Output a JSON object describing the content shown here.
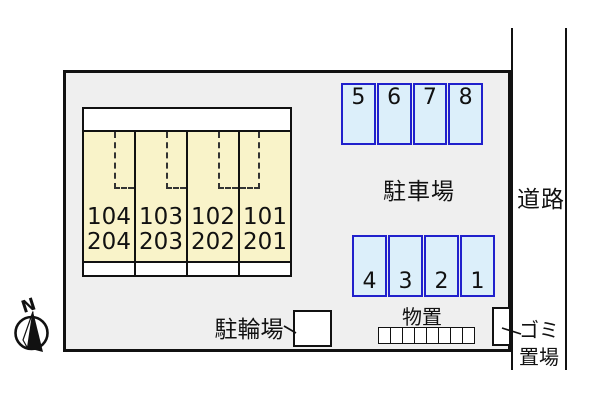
{
  "site": {
    "building": {
      "units": [
        {
          "floor1": "104",
          "floor2": "204"
        },
        {
          "floor1": "103",
          "floor2": "203"
        },
        {
          "floor1": "102",
          "floor2": "202"
        },
        {
          "floor1": "101",
          "floor2": "201"
        }
      ]
    },
    "parking": {
      "label": "駐車場",
      "row_top": [
        "5",
        "6",
        "7",
        "8"
      ],
      "row_bottom": [
        "4",
        "3",
        "2",
        "1"
      ]
    },
    "bicycle_parking": {
      "label": "駐輪場"
    },
    "storage": {
      "label": "物置",
      "cell_count": 8
    },
    "garbage": {
      "label_line1": "ゴミ",
      "label_line2": "置場"
    }
  },
  "road": {
    "label": "道路"
  },
  "compass": {
    "label": "N"
  },
  "colors": {
    "site_fill": "#efefef",
    "building_fill": "#f9f3c9",
    "parking_fill": "#dceffa",
    "parking_border": "#2020cc",
    "line": "#111111"
  }
}
